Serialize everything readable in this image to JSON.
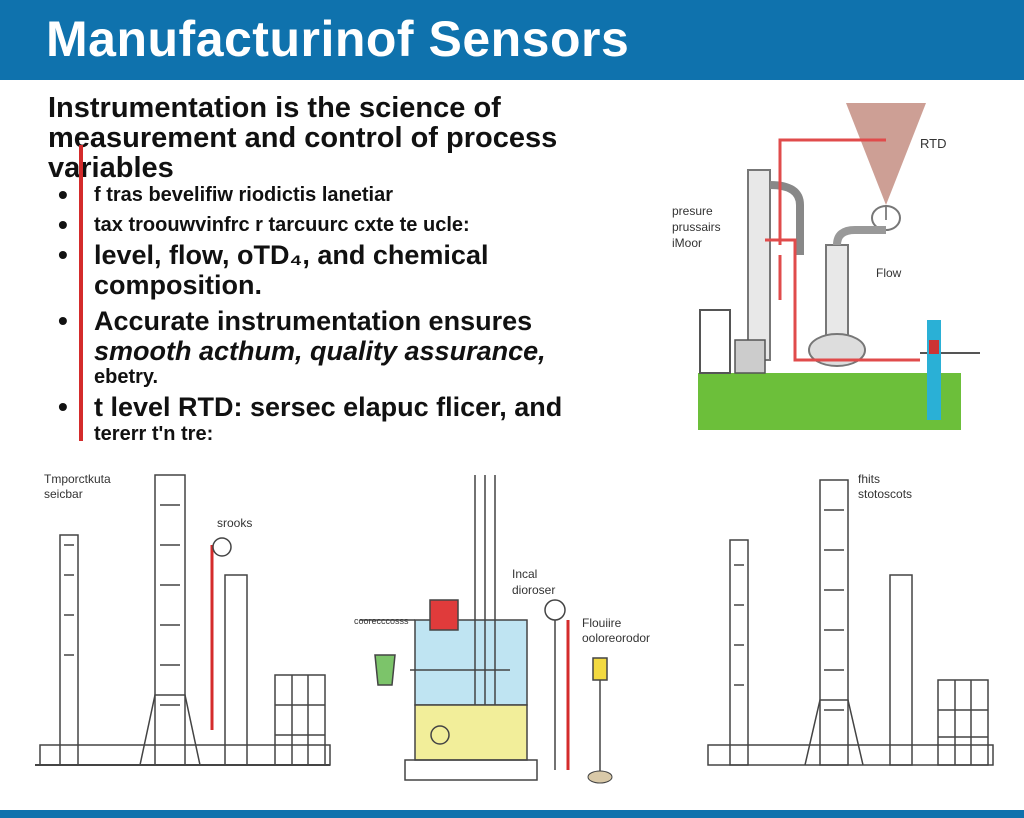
{
  "header": {
    "title": "Manufacturinof Sensors"
  },
  "intro": {
    "text": "Instrumentation is the science of measurement and control of process variables"
  },
  "bullets": [
    {
      "line1": "f tras bevelifiw riodictis lanetiar",
      "line2": ""
    },
    {
      "line1": "tax troouwvinfrc r tarcuurc cxte te ucle:",
      "line2": ""
    },
    {
      "line1": "level, flow, oTD₄, and chemical",
      "line2": "composition."
    },
    {
      "line1": "Accurate instrumentation ensures",
      "line2": "smooth acthum, quality assurance,",
      "line3": "ebetry."
    },
    {
      "line1": "t level RTD: sersec elapuc flicer, and",
      "line2": "tererr t'n tre:"
    }
  ],
  "diagram_top_right": {
    "label_rtd": "RTD",
    "label_pressure_1": "presure",
    "label_pressure_2": "prussairs",
    "label_pressure_3": "iMoor",
    "label_flow": "Flow"
  },
  "diagram_bottom_left": {
    "label_1": "Tmporctkuta",
    "label_2": "seicbar",
    "label_sensors": "srooks"
  },
  "diagram_bottom_mid": {
    "label_1": "Incal",
    "label_2": "dioroser",
    "label_3": "Flouiire",
    "label_4": "ooloreorodor",
    "label_pipe": "coorecccosss"
  },
  "diagram_bottom_right": {
    "label_1": "fhits",
    "label_2": "stotoscots"
  },
  "colors": {
    "brand_blue": "#0f72ad",
    "accent_red": "#d42b2b",
    "ground_green": "#6cbf3a",
    "water_blue": "#bfe4f2",
    "liquid_yellow": "#f2ee9a"
  }
}
